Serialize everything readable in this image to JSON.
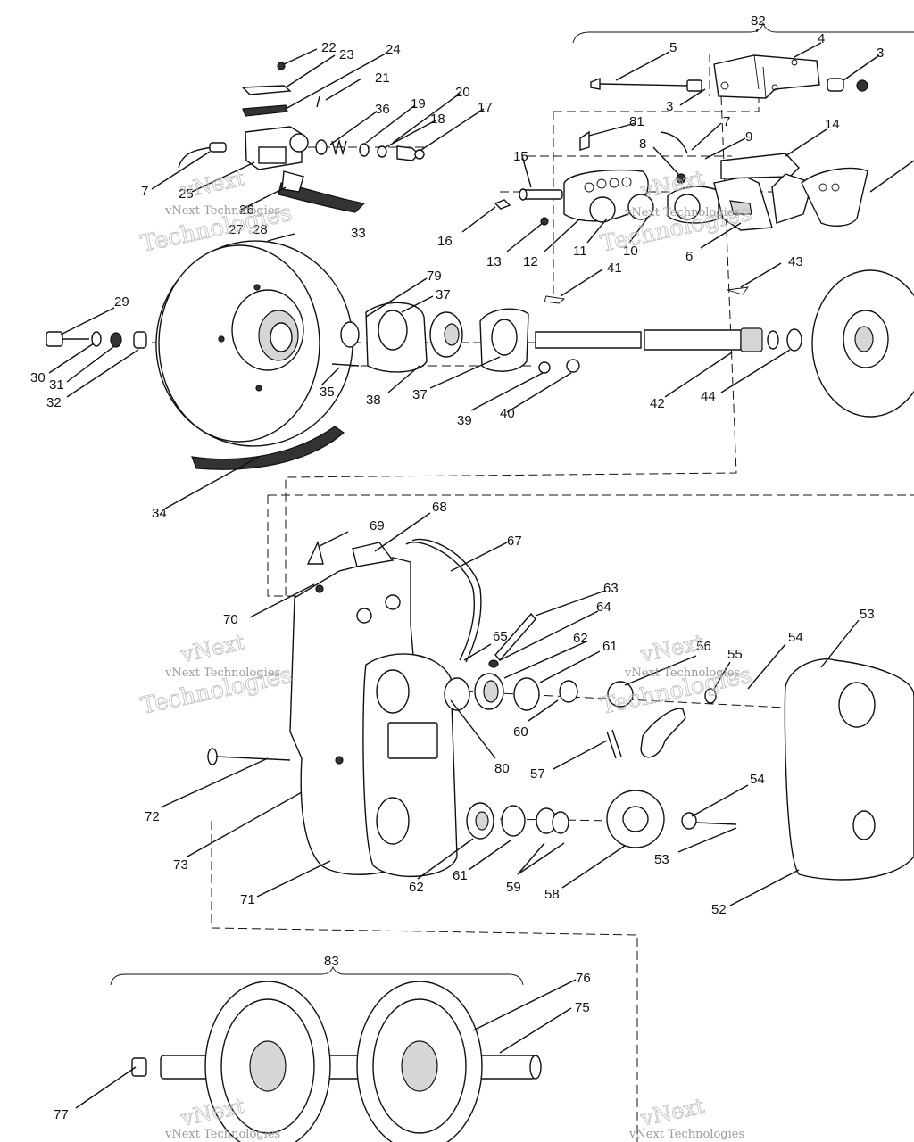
{
  "diagram": {
    "callouts": [
      {
        "id": "c82",
        "text": "82"
      },
      {
        "id": "c5",
        "text": "5"
      },
      {
        "id": "c4",
        "text": "4"
      },
      {
        "id": "c3a",
        "text": "3"
      },
      {
        "id": "c3b",
        "text": "3"
      },
      {
        "id": "c22",
        "text": "22"
      },
      {
        "id": "c23",
        "text": "23"
      },
      {
        "id": "c24",
        "text": "24"
      },
      {
        "id": "c21",
        "text": "21"
      },
      {
        "id": "c20",
        "text": "20"
      },
      {
        "id": "c19",
        "text": "19"
      },
      {
        "id": "c36",
        "text": "36"
      },
      {
        "id": "c18",
        "text": "18"
      },
      {
        "id": "c17",
        "text": "17"
      },
      {
        "id": "c81",
        "text": "81"
      },
      {
        "id": "c7a",
        "text": "7"
      },
      {
        "id": "c9",
        "text": "9"
      },
      {
        "id": "c14",
        "text": "14"
      },
      {
        "id": "c8",
        "text": "8"
      },
      {
        "id": "c15",
        "text": "15"
      },
      {
        "id": "c7b",
        "text": "7"
      },
      {
        "id": "c25",
        "text": "25"
      },
      {
        "id": "c26",
        "text": "26"
      },
      {
        "id": "c27",
        "text": "27"
      },
      {
        "id": "c28",
        "text": "28"
      },
      {
        "id": "c16",
        "text": "16"
      },
      {
        "id": "c13",
        "text": "13"
      },
      {
        "id": "c12",
        "text": "12"
      },
      {
        "id": "c11",
        "text": "11"
      },
      {
        "id": "c10",
        "text": "10"
      },
      {
        "id": "c6",
        "text": "6"
      },
      {
        "id": "c33",
        "text": "33"
      },
      {
        "id": "c43",
        "text": "43"
      },
      {
        "id": "c29",
        "text": "29"
      },
      {
        "id": "c79",
        "text": "79"
      },
      {
        "id": "c37a",
        "text": "37"
      },
      {
        "id": "c41",
        "text": "41"
      },
      {
        "id": "c30",
        "text": "30"
      },
      {
        "id": "c31",
        "text": "31"
      },
      {
        "id": "c32",
        "text": "32"
      },
      {
        "id": "c35",
        "text": "35"
      },
      {
        "id": "c38",
        "text": "38"
      },
      {
        "id": "c37b",
        "text": "37"
      },
      {
        "id": "c39",
        "text": "39"
      },
      {
        "id": "c40",
        "text": "40"
      },
      {
        "id": "c42",
        "text": "42"
      },
      {
        "id": "c44",
        "text": "44"
      },
      {
        "id": "c34",
        "text": "34"
      },
      {
        "id": "c68",
        "text": "68"
      },
      {
        "id": "c69",
        "text": "69"
      },
      {
        "id": "c67",
        "text": "67"
      },
      {
        "id": "c63",
        "text": "63"
      },
      {
        "id": "c53a",
        "text": "53"
      },
      {
        "id": "c70",
        "text": "70"
      },
      {
        "id": "c64",
        "text": "64"
      },
      {
        "id": "c65",
        "text": "65"
      },
      {
        "id": "c62a",
        "text": "62"
      },
      {
        "id": "c61a",
        "text": "61"
      },
      {
        "id": "c56",
        "text": "56"
      },
      {
        "id": "c55",
        "text": "55"
      },
      {
        "id": "c54a",
        "text": "54"
      },
      {
        "id": "c60",
        "text": "60"
      },
      {
        "id": "c80",
        "text": "80"
      },
      {
        "id": "c57",
        "text": "57"
      },
      {
        "id": "c72",
        "text": "72"
      },
      {
        "id": "c54b",
        "text": "54"
      },
      {
        "id": "c73",
        "text": "73"
      },
      {
        "id": "c53b",
        "text": "53"
      },
      {
        "id": "c62b",
        "text": "62"
      },
      {
        "id": "c61b",
        "text": "61"
      },
      {
        "id": "c59",
        "text": "59"
      },
      {
        "id": "c58",
        "text": "58"
      },
      {
        "id": "c71",
        "text": "71"
      },
      {
        "id": "c52",
        "text": "52"
      },
      {
        "id": "c83",
        "text": "83"
      },
      {
        "id": "c76",
        "text": "76"
      },
      {
        "id": "c75",
        "text": "75"
      },
      {
        "id": "c77",
        "text": "77"
      }
    ],
    "watermark": {
      "line1": "vNext",
      "line2": "Technologies",
      "caption": "vNext Technologies"
    }
  }
}
